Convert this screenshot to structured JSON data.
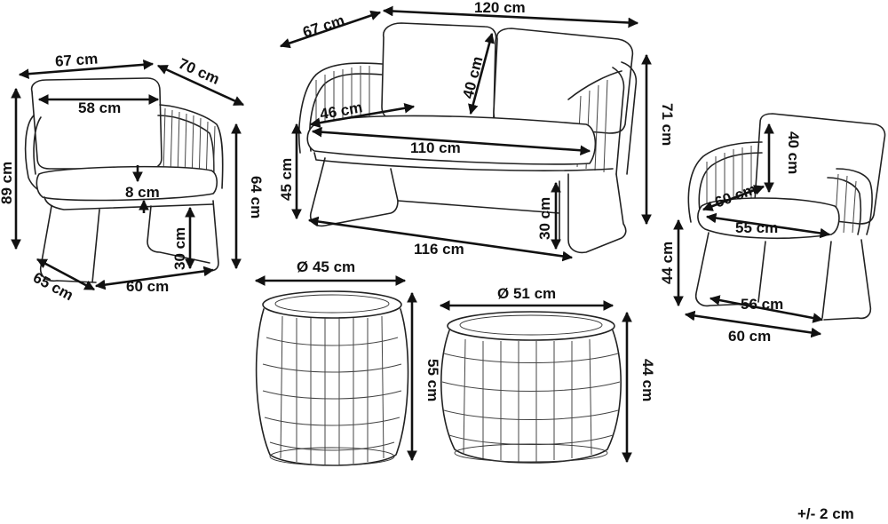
{
  "tolerance": "+/- 2 cm",
  "armchair_left": {
    "width_top": "67 cm",
    "depth_top": "70 cm",
    "seat_width": "58 cm",
    "height": "89 cm",
    "cushion_thickness": "8 cm",
    "arm_height": "64 cm",
    "seat_height": "30 cm",
    "base_depth": "65 cm",
    "base_width": "60 cm"
  },
  "sofa": {
    "depth_top": "67 cm",
    "width_top": "120 cm",
    "back_cushion_height": "40 cm",
    "seat_depth": "46 cm",
    "seat_width": "110 cm",
    "seat_height": "45 cm",
    "height": "71 cm",
    "leg_height": "30 cm",
    "base_width": "116 cm"
  },
  "armchair_right": {
    "back_cushion_height": "40 cm",
    "seat_depth": "60 cm",
    "seat_width": "55 cm",
    "seat_height": "44 cm",
    "base_depth": "56 cm",
    "base_width": "60 cm"
  },
  "table_small": {
    "diameter": "Ø 45 cm",
    "height": "55 cm"
  },
  "table_large": {
    "diameter": "Ø 51 cm",
    "height": "44 cm"
  }
}
